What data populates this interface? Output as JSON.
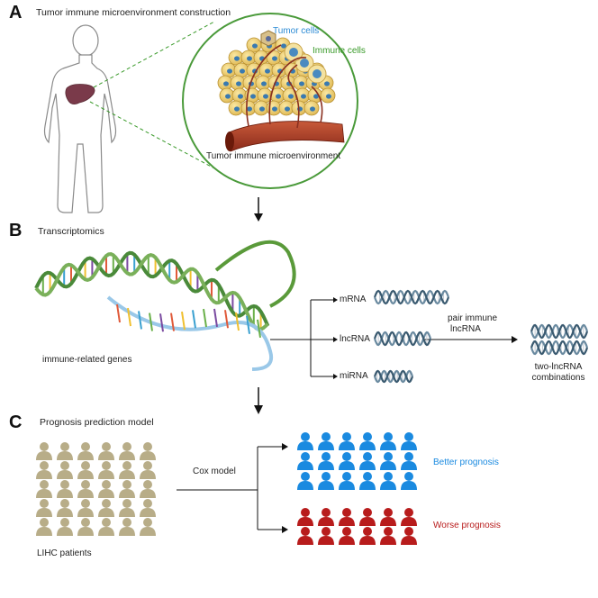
{
  "panels": {
    "a": {
      "letter": "A",
      "title": "Tumor immune microenvironment construction",
      "tumor_cells_label": "Tumor cells",
      "immune_cells_label": "Immune cells",
      "microenv_label": "Tumor immune microenvironment"
    },
    "b": {
      "letter": "B",
      "title": "Transcriptomics",
      "genes_label": "immune-related genes",
      "mrna_label": "mRNA",
      "lncrna_label": "lncRNA",
      "mirna_label": "miRNA",
      "pair_label_line1": "pair immune",
      "pair_label_line2": "lncRNA",
      "combo_label_line1": "two-lncRNA",
      "combo_label_line2": "combinations"
    },
    "c": {
      "letter": "C",
      "title": "Prognosis prediction model",
      "patients_label": "LIHC patients",
      "cox_label": "Cox model",
      "better_label": "Better prognosis",
      "worse_label": "Worse prognosis"
    }
  },
  "colors": {
    "green_circle": "#4a9a3a",
    "tumor_text": "#2a8ad4",
    "immune_text": "#3a9a2a",
    "patient": "#b8ad88",
    "better": "#1a8ae0",
    "worse": "#b81c1c",
    "liver": "#7a3a4a"
  }
}
